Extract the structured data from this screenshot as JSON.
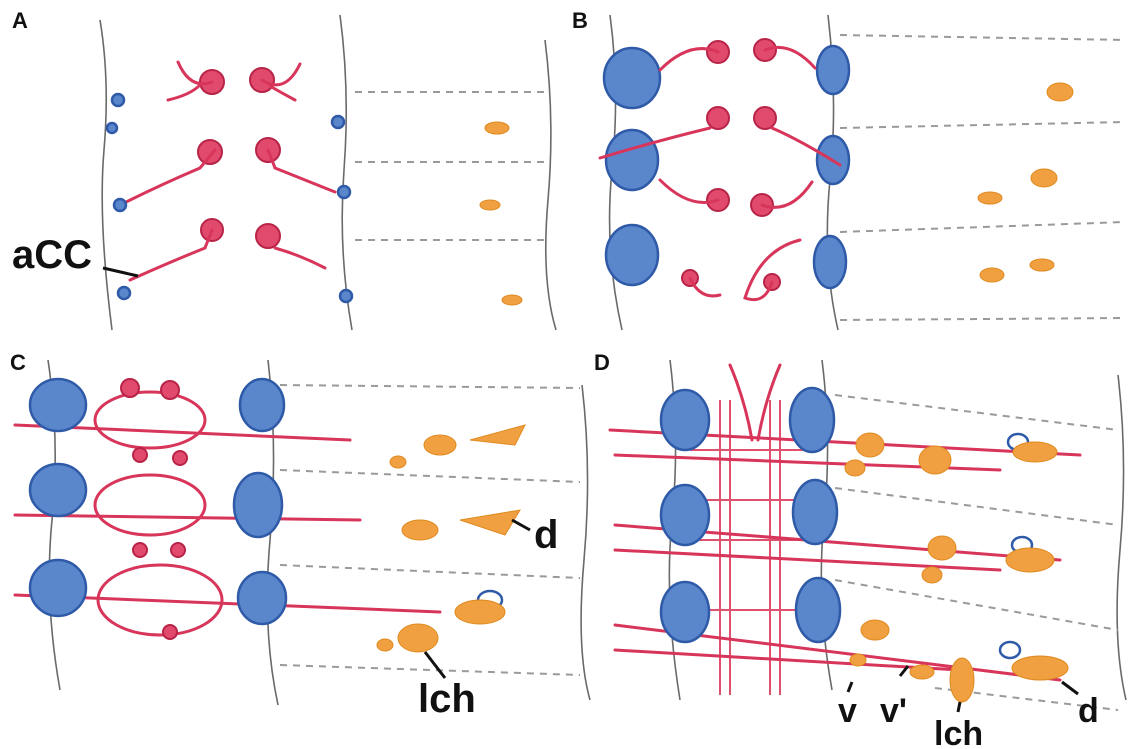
{
  "panels": [
    {
      "id": "A",
      "label": "A"
    },
    {
      "id": "B",
      "label": "B"
    },
    {
      "id": "C",
      "label": "C"
    },
    {
      "id": "D",
      "label": "D"
    }
  ],
  "callouts": {
    "aCC": "aCC",
    "d": "d",
    "lch": "lch",
    "v": "v",
    "v_prime": "v'"
  },
  "colors": {
    "red_neurons": "#d8355a",
    "blue_glia": "#2f5aa8",
    "orange_cells": "#f0a040",
    "outline": "#6a6a6a"
  }
}
